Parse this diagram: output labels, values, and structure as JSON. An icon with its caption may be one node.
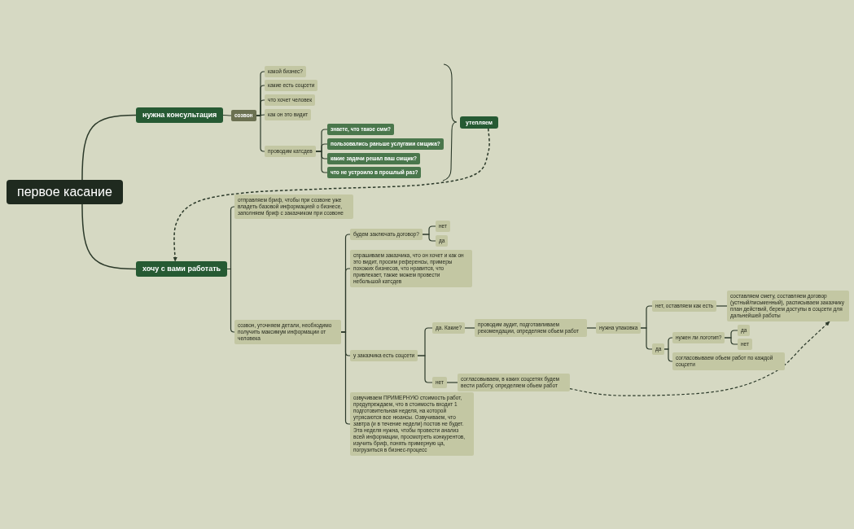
{
  "diagram": {
    "nodes": [
      {
        "text": [
          "первое касание"
        ]
      },
      {
        "text": [
          "нужна консультация"
        ]
      },
      {
        "text": [
          "хочу с вами работать"
        ]
      },
      {
        "text": [
          "созвон"
        ]
      },
      {
        "text": [
          "какой бизнес?"
        ]
      },
      {
        "text": [
          "какие есть соцсети"
        ]
      },
      {
        "text": [
          "что хочет человек"
        ]
      },
      {
        "text": [
          "как он это видит"
        ]
      },
      {
        "text": [
          "проводим катсдев"
        ]
      },
      {
        "text": [
          "знаете, что такое смм?"
        ]
      },
      {
        "text": [
          "пользовались раньше услугами смщика?"
        ]
      },
      {
        "text": [
          "какие задачи решал ваш смщик?"
        ]
      },
      {
        "text": [
          "что не устроило в прошлый раз?"
        ]
      },
      {
        "text": [
          "утепляем"
        ]
      },
      {
        "text": [
          "отправляем бриф, чтобы при созвоне уже владеть базовой информацией о бизнесе, заполняем бриф с заказчиком при созвоне"
        ]
      },
      {
        "text": [
          "созвон, уточняем детали, необходимо получить максимум информации от человека"
        ]
      },
      {
        "text": [
          "будем заключать договор?"
        ]
      },
      {
        "text": [
          "нет"
        ]
      },
      {
        "text": [
          "да"
        ]
      },
      {
        "text": [
          "спрашиваем заказчика, что он хочет и как он это видит, просим референсы, примеры похожих бизнесов, что нравится, что привлекает, также можем провести небольшой катсдев"
        ]
      },
      {
        "text": [
          "у заказчика есть соцсети"
        ]
      },
      {
        "text": [
          "да. Какие?"
        ]
      },
      {
        "text": [
          "проводим аудит, подготавливаем рекомендации, определяем обьем работ"
        ]
      },
      {
        "text": [
          "нужна упаковка"
        ]
      },
      {
        "text": [
          "нет, оставляем как есть"
        ]
      },
      {
        "text": [
          "составляем смету, составляем договор (устный/письменный), расписываем заказчику план действий, берем доступы в соцсети для дальнейшей работы"
        ]
      },
      {
        "text": [
          "да"
        ]
      },
      {
        "text": [
          "нужен ли логотип?"
        ]
      },
      {
        "text": [
          "да"
        ]
      },
      {
        "text": [
          "нет"
        ]
      },
      {
        "text": [
          "согласовываем обьем работ по каждой соцсети"
        ]
      },
      {
        "text": [
          "нет"
        ]
      },
      {
        "text": [
          "согласовываем, в каких соцсетях будем вести работу, определяем обьем работ"
        ]
      },
      {
        "text": [
          "озвучиваем ПРИМЕРНУЮ стоимость работ, предупреждаем, что в стоимость входит 1 подготовительная неделя, на которой утрясаются все нюансы. Озвучиваем, что завтра (и в течение недели) постов не будет. Эта неделя нужна, чтобы провести анализ всей информации, просмотреть конкурентов, изучить бриф, понять примерную ца, погрузиться в бизнес-процесс"
        ]
      }
    ],
    "edges": [
      {
        "from": 0,
        "to": 1,
        "arrow": "none"
      },
      {
        "from": 0,
        "to": 2,
        "arrow": "none"
      },
      {
        "from": 1,
        "to": 3,
        "arrow": "none"
      },
      {
        "from": 3,
        "to": 4,
        "arrow": "none"
      },
      {
        "from": 3,
        "to": 5,
        "arrow": "none"
      },
      {
        "from": 3,
        "to": 6,
        "arrow": "none"
      },
      {
        "from": 3,
        "to": 7,
        "arrow": "none"
      },
      {
        "from": 3,
        "to": 8,
        "arrow": "none"
      },
      {
        "from": 8,
        "to": 9,
        "arrow": "none"
      },
      {
        "from": 8,
        "to": 10,
        "arrow": "none"
      },
      {
        "from": 8,
        "to": 11,
        "arrow": "none"
      },
      {
        "from": 8,
        "to": 12,
        "arrow": "none"
      },
      {
        "from": 13,
        "to": 2,
        "arrow": "to",
        "style": "dashed"
      },
      {
        "from": 2,
        "to": 14,
        "arrow": "none"
      },
      {
        "from": 2,
        "to": 15,
        "arrow": "none"
      },
      {
        "from": 15,
        "to": 16,
        "arrow": "none"
      },
      {
        "from": 15,
        "to": 19,
        "arrow": "none"
      },
      {
        "from": 15,
        "to": 20,
        "arrow": "none"
      },
      {
        "from": 15,
        "to": 33,
        "arrow": "none"
      },
      {
        "from": 16,
        "to": 17,
        "arrow": "none"
      },
      {
        "from": 16,
        "to": 18,
        "arrow": "none"
      },
      {
        "from": 20,
        "to": 21,
        "arrow": "none"
      },
      {
        "from": 20,
        "to": 31,
        "arrow": "none"
      },
      {
        "from": 21,
        "to": 22,
        "arrow": "none"
      },
      {
        "from": 22,
        "to": 23,
        "arrow": "none"
      },
      {
        "from": 23,
        "to": 24,
        "arrow": "none"
      },
      {
        "from": 23,
        "to": 26,
        "arrow": "none"
      },
      {
        "from": 24,
        "to": 25,
        "arrow": "none"
      },
      {
        "from": 26,
        "to": 27,
        "arrow": "none"
      },
      {
        "from": 26,
        "to": 30,
        "arrow": "none"
      },
      {
        "from": 27,
        "to": 28,
        "arrow": "none"
      },
      {
        "from": 27,
        "to": 29,
        "arrow": "none"
      },
      {
        "from": 31,
        "to": 32,
        "arrow": "none"
      },
      {
        "from": 32,
        "to": 25,
        "arrow": "to",
        "style": "dashed"
      }
    ]
  }
}
